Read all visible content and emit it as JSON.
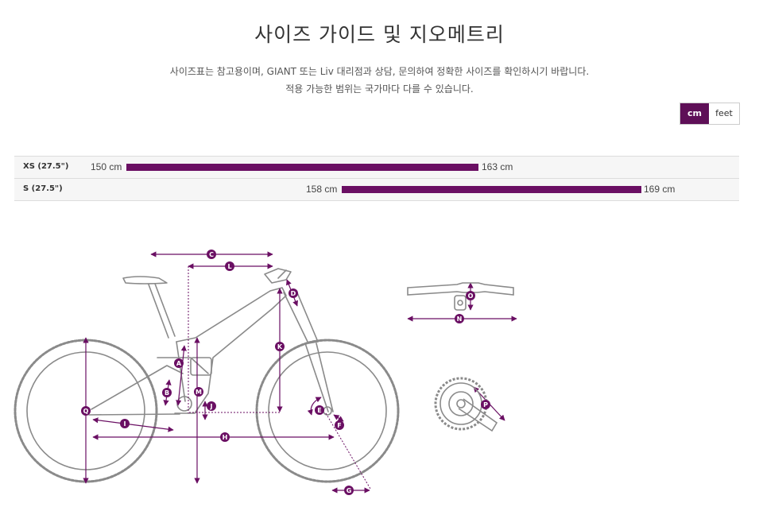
{
  "page": {
    "title": "사이즈 가이드 및 지오메트리",
    "desc_line1": "사이즈표는 참고용이며, GIANT 또는 Liv 대리점과 상담, 문의하여 정확한 사이즈를 확인하시기 바랍니다.",
    "desc_line2": "적용 가능한 범위는 국가마다 다를 수 있습니다."
  },
  "units": {
    "cm": "cm",
    "feet": "feet",
    "selected": "cm"
  },
  "sizes": [
    {
      "label": "XS (27.5\")",
      "min": "150 cm",
      "max": "163 cm"
    },
    {
      "label": "S (27.5\")",
      "min": "158 cm",
      "max": "169 cm"
    }
  ],
  "geometry_markers": [
    "A",
    "B",
    "C",
    "D",
    "E",
    "F",
    "G",
    "H",
    "I",
    "J",
    "K",
    "L",
    "M",
    "N",
    "O",
    "P",
    "Q"
  ],
  "colors": {
    "accent": "#6a0f63",
    "frame_line": "#888888"
  }
}
